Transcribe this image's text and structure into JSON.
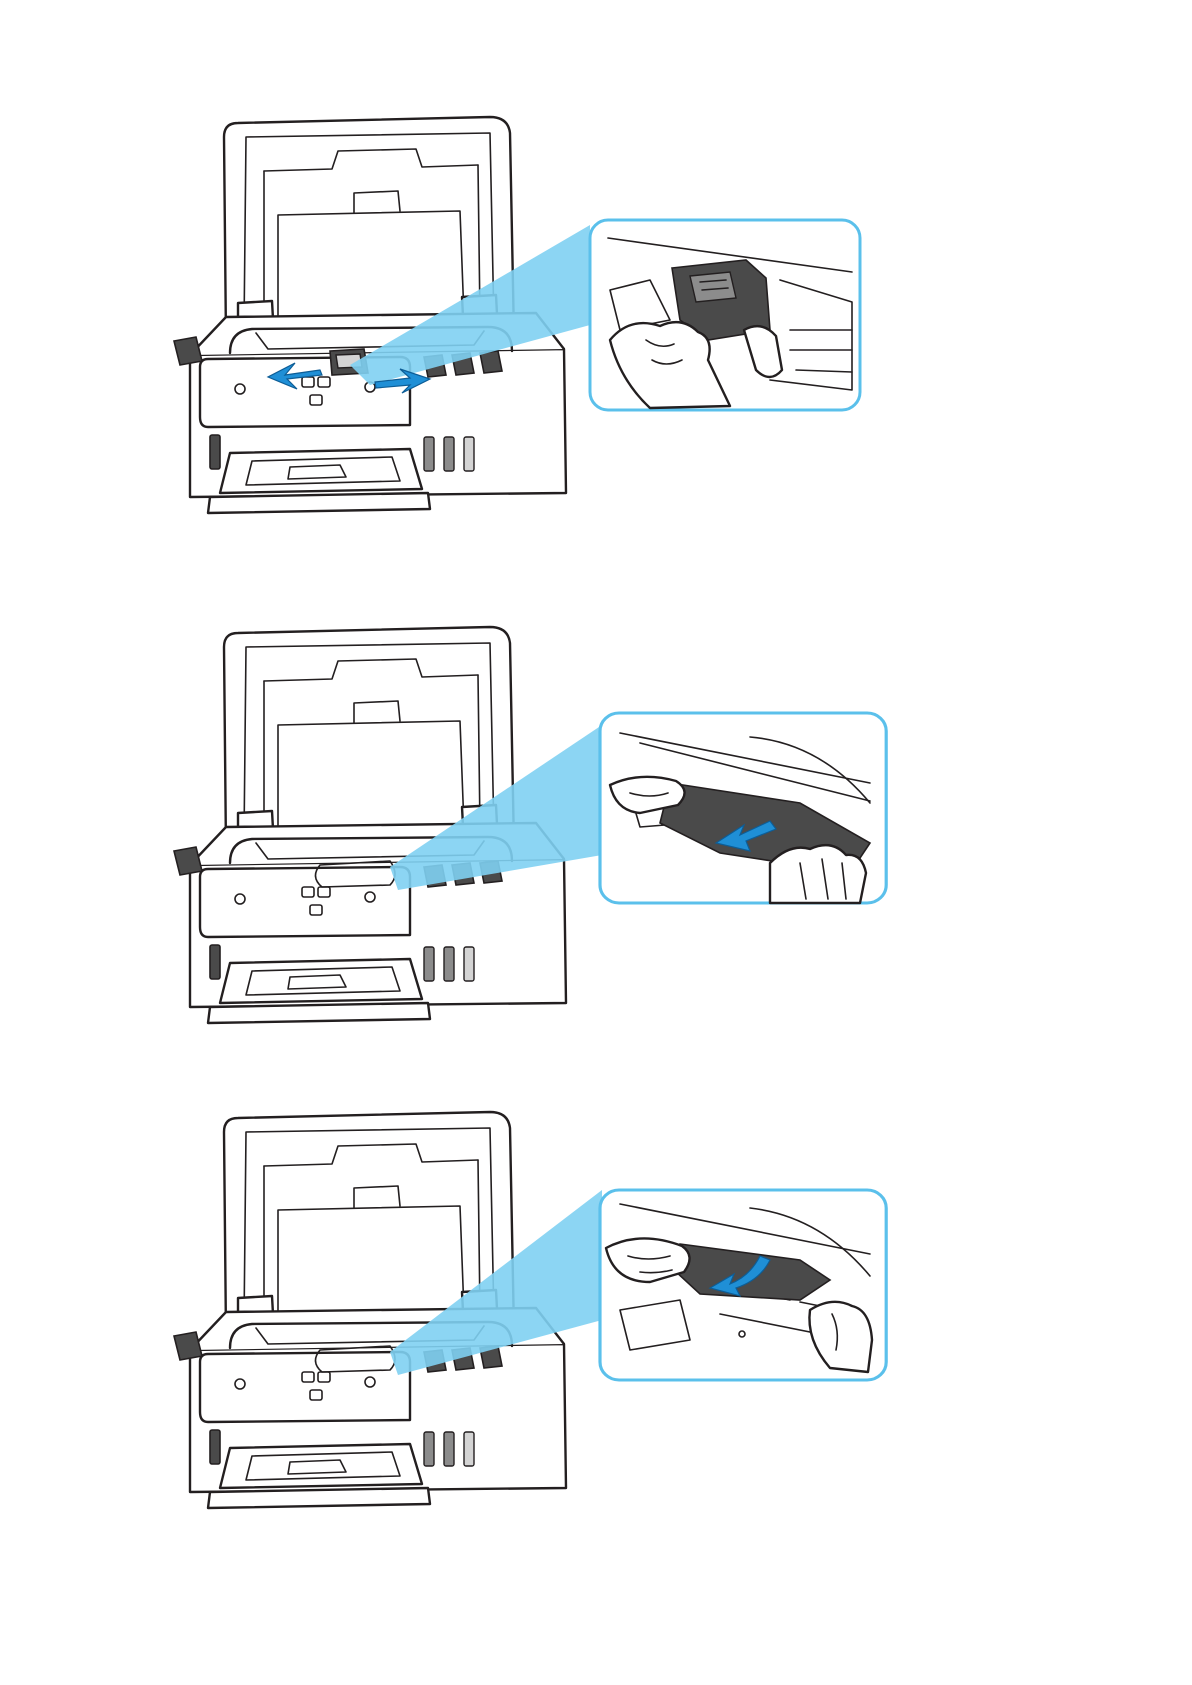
{
  "figures": [
    {
      "step": "move-print-head-holder",
      "inset_border": "#5bc0eb",
      "arrow_color": "#1f8fd6",
      "beam_color": "#7fd0f2"
    },
    {
      "step": "pull-out-jammed-paper",
      "inset_border": "#5bc0eb",
      "arrow_color": "#1f8fd6",
      "beam_color": "#7fd0f2"
    },
    {
      "step": "remove-paper-from-rollers",
      "inset_border": "#5bc0eb",
      "arrow_color": "#1f8fd6",
      "beam_color": "#7fd0f2"
    }
  ],
  "icons": {
    "printer": "printer-open-cover-icon",
    "hand": "hand-icon",
    "arrow": "direction-arrow-icon"
  }
}
